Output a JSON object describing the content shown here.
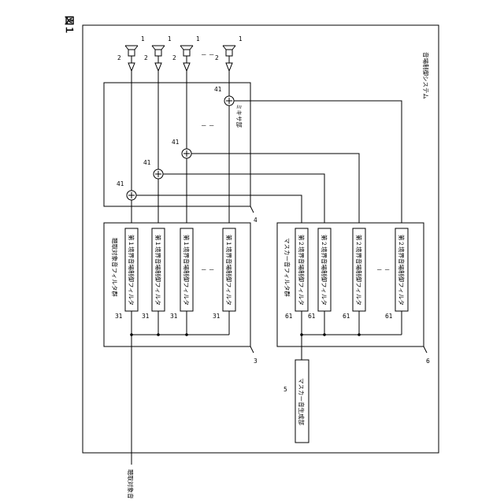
{
  "figure_label": "図１",
  "system_label": "音場制御システム",
  "mixer_label": "ミキサ部",
  "target_group_label": "聴取対象音フィルタ群",
  "masker_group_label": "マスカー音フィルタ群",
  "masker_generator_label": "マスカー音生成部",
  "input_label": "聴取対象音",
  "first_filter_label": "第１境界音場制御フィルタ",
  "second_filter_label": "第２境界音場制御フィルタ",
  "refs": {
    "speaker": "1",
    "amp": "2",
    "target_group": "3",
    "mixer": "4",
    "masker_gen": "5",
    "masker_group": "6",
    "first_filter": "31",
    "adder": "41",
    "second_filter": "61"
  },
  "dots": "－ －",
  "vdots": "｜"
}
